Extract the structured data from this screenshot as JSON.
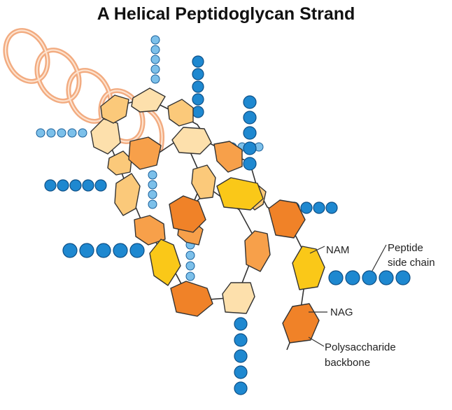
{
  "title": "A Helical Peptidoglycan Strand",
  "labels": {
    "nam": "NAM",
    "nag": "NAG",
    "peptide_line1": "Peptide",
    "peptide_line2": "side chain",
    "backbone_line1": "Polysaccharide",
    "backbone_line2": "backbone"
  },
  "colors": {
    "helix": "#f2a77a",
    "helix_light": "#fbd3b8",
    "sugar_pale": "#fde0ac",
    "sugar_light": "#fbc97a",
    "sugar_medium": "#f7a04a",
    "sugar_dark": "#f08228",
    "sugar_yellow": "#fac818",
    "peptide_dark": "#1e88d0",
    "peptide_light": "#7cc0ea",
    "outline": "#333333"
  }
}
